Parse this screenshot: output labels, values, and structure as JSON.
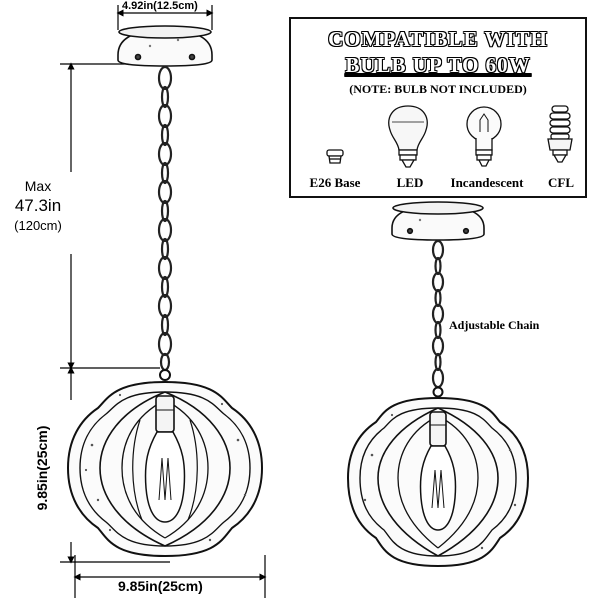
{
  "dimensions": {
    "canopy_width": "4.92in(12.5cm)",
    "max_label": "Max",
    "max_length": "47.3in",
    "max_length_cm": "(120cm)",
    "shade_height": "9.85in(25cm)",
    "shade_width": "9.85in(25cm)"
  },
  "compat": {
    "title_line1": "COMPATIBLE WITH",
    "title_line2": "BULB UP TO 60W",
    "note": "(NOTE: BULB NOT INCLUDED)",
    "bulbs": [
      "E26 Base",
      "LED",
      "Incandescent",
      "CFL"
    ]
  },
  "callouts": {
    "adjustable_chain": "Adjustable Chain"
  }
}
